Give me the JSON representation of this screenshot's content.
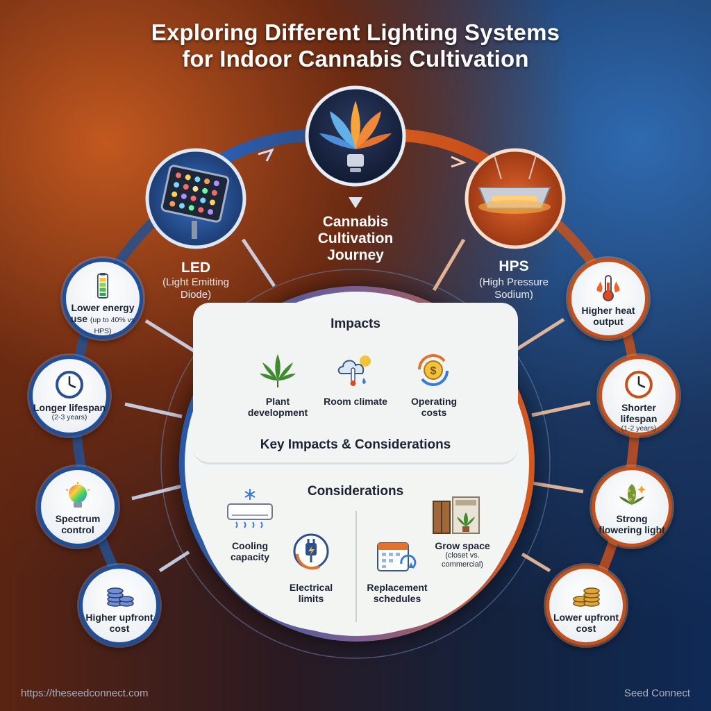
{
  "title": {
    "line1": "Exploring Different Lighting Systems",
    "line2": "for Indoor Cannabis Cultivation"
  },
  "center": {
    "journey_label": "Cannabis Cultivation Journey"
  },
  "led": {
    "name": "LED",
    "full": "(Light Emitting Diode)",
    "nodes": [
      {
        "title": "Lower energy use",
        "note": "(up to 40% vs HPS)",
        "icon": "battery-icon"
      },
      {
        "title": "Longer lifespan",
        "note": "(2-3 years)",
        "icon": "clock-icon"
      },
      {
        "title": "Spectrum control",
        "note": "",
        "icon": "rgb-bulb-icon"
      },
      {
        "title": "Higher upfront cost",
        "note": "",
        "icon": "coins-icon"
      }
    ]
  },
  "hps": {
    "name": "HPS",
    "full": "(High Pressure Sodium)",
    "nodes": [
      {
        "title": "Higher heat output",
        "note": "",
        "icon": "thermometer-icon"
      },
      {
        "title": "Shorter lifespan",
        "note": "(1-2 years)",
        "icon": "clock-icon"
      },
      {
        "title": "Strong flowering light",
        "note": "",
        "icon": "cannabis-bud-icon"
      },
      {
        "title": "Lower upfront cost",
        "note": "",
        "icon": "coins-icon"
      }
    ]
  },
  "hub": {
    "impacts_heading": "Impacts",
    "impacts": [
      {
        "label": "Plant development",
        "icon": "cannabis-leaf-icon"
      },
      {
        "label": "Room climate",
        "icon": "weather-icon"
      },
      {
        "label": "Operating costs",
        "icon": "dollar-cycle-icon"
      }
    ],
    "key_heading": "Key Impacts & Considerations",
    "considerations_heading": "Considerations",
    "considerations": [
      {
        "label": "Cooling capacity",
        "note": "",
        "icon": "air-conditioner-icon"
      },
      {
        "label": "Electrical limits",
        "note": "",
        "icon": "plug-icon"
      },
      {
        "label": "Replacement schedules",
        "note": "",
        "icon": "calendar-icon"
      },
      {
        "label": "Grow space",
        "note": "(closet vs. commercial)",
        "icon": "grow-space-icon"
      }
    ]
  },
  "footer": {
    "url": "https://theseedconnect.com",
    "brand": "Seed Connect"
  },
  "colors": {
    "led_blue": "#1f4f9a",
    "hps_orange": "#c4511d",
    "panel": "#f1f4f2"
  }
}
